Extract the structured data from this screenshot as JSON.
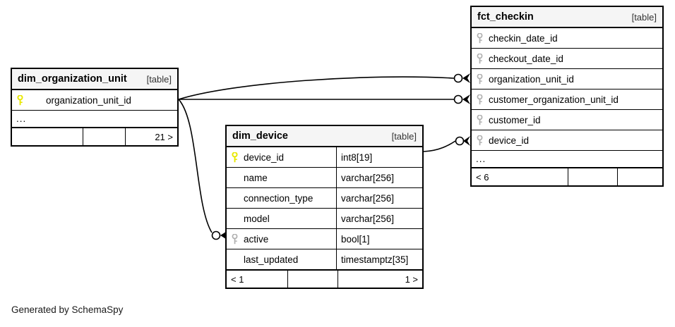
{
  "diagram": {
    "type": "entity-relationship-diagram",
    "caption": "Generated by SchemaSpy",
    "table_tag": "[table]",
    "ellipsis": "...",
    "colors": {
      "primary_key_icon": "#e8e800",
      "foreign_key_icon": "#b0b0b0",
      "header_background": "#f5f5f5",
      "border": "#000000",
      "background": "#ffffff"
    }
  },
  "tables": {
    "fct_checkin": {
      "name": "fct_checkin",
      "tag": "[table]",
      "columns": [
        {
          "name": "checkin_date_id",
          "key": "foreign",
          "type": ""
        },
        {
          "name": "checkout_date_id",
          "key": "foreign",
          "type": ""
        },
        {
          "name": "organization_unit_id",
          "key": "foreign",
          "type": ""
        },
        {
          "name": "customer_organization_unit_id",
          "key": "foreign",
          "type": ""
        },
        {
          "name": "customer_id",
          "key": "foreign",
          "type": ""
        },
        {
          "name": "device_id",
          "key": "foreign",
          "type": ""
        }
      ],
      "has_more": true,
      "footer": {
        "left": "< 6",
        "middle": "",
        "right": ""
      }
    },
    "dim_organization_unit": {
      "name": "dim_organization_unit",
      "tag": "[table]",
      "columns": [
        {
          "name": "organization_unit_id",
          "key": "primary",
          "type": ""
        }
      ],
      "has_more": true,
      "footer": {
        "left": "",
        "middle": "",
        "right": "21 >"
      }
    },
    "dim_device": {
      "name": "dim_device",
      "tag": "[table]",
      "columns": [
        {
          "name": "device_id",
          "key": "primary",
          "type": "int8[19]"
        },
        {
          "name": "name",
          "key": "none",
          "type": "varchar[256]"
        },
        {
          "name": "connection_type",
          "key": "none",
          "type": "varchar[256]"
        },
        {
          "name": "model",
          "key": "none",
          "type": "varchar[256]"
        },
        {
          "name": "active",
          "key": "foreign",
          "type": "bool[1]"
        },
        {
          "name": "last_updated",
          "key": "none",
          "type": "timestamptz[35]"
        }
      ],
      "has_more": false,
      "footer": {
        "left": "< 1",
        "middle": "",
        "right": "1 >"
      }
    }
  },
  "relationships": [
    {
      "from_table": "dim_organization_unit",
      "from_column": "organization_unit_id",
      "to_table": "fct_checkin",
      "to_column": "organization_unit_id",
      "cardinality": "zero-or-many"
    },
    {
      "from_table": "dim_organization_unit",
      "from_column": "organization_unit_id",
      "to_table": "fct_checkin",
      "to_column": "customer_organization_unit_id",
      "cardinality": "zero-or-many"
    },
    {
      "from_table": "dim_organization_unit",
      "from_column": "organization_unit_id",
      "to_table": "dim_device",
      "to_column": "active",
      "cardinality": "zero-or-many"
    },
    {
      "from_table": "dim_device",
      "from_column": "device_id",
      "to_table": "fct_checkin",
      "to_column": "device_id",
      "cardinality": "zero-or-many"
    }
  ]
}
